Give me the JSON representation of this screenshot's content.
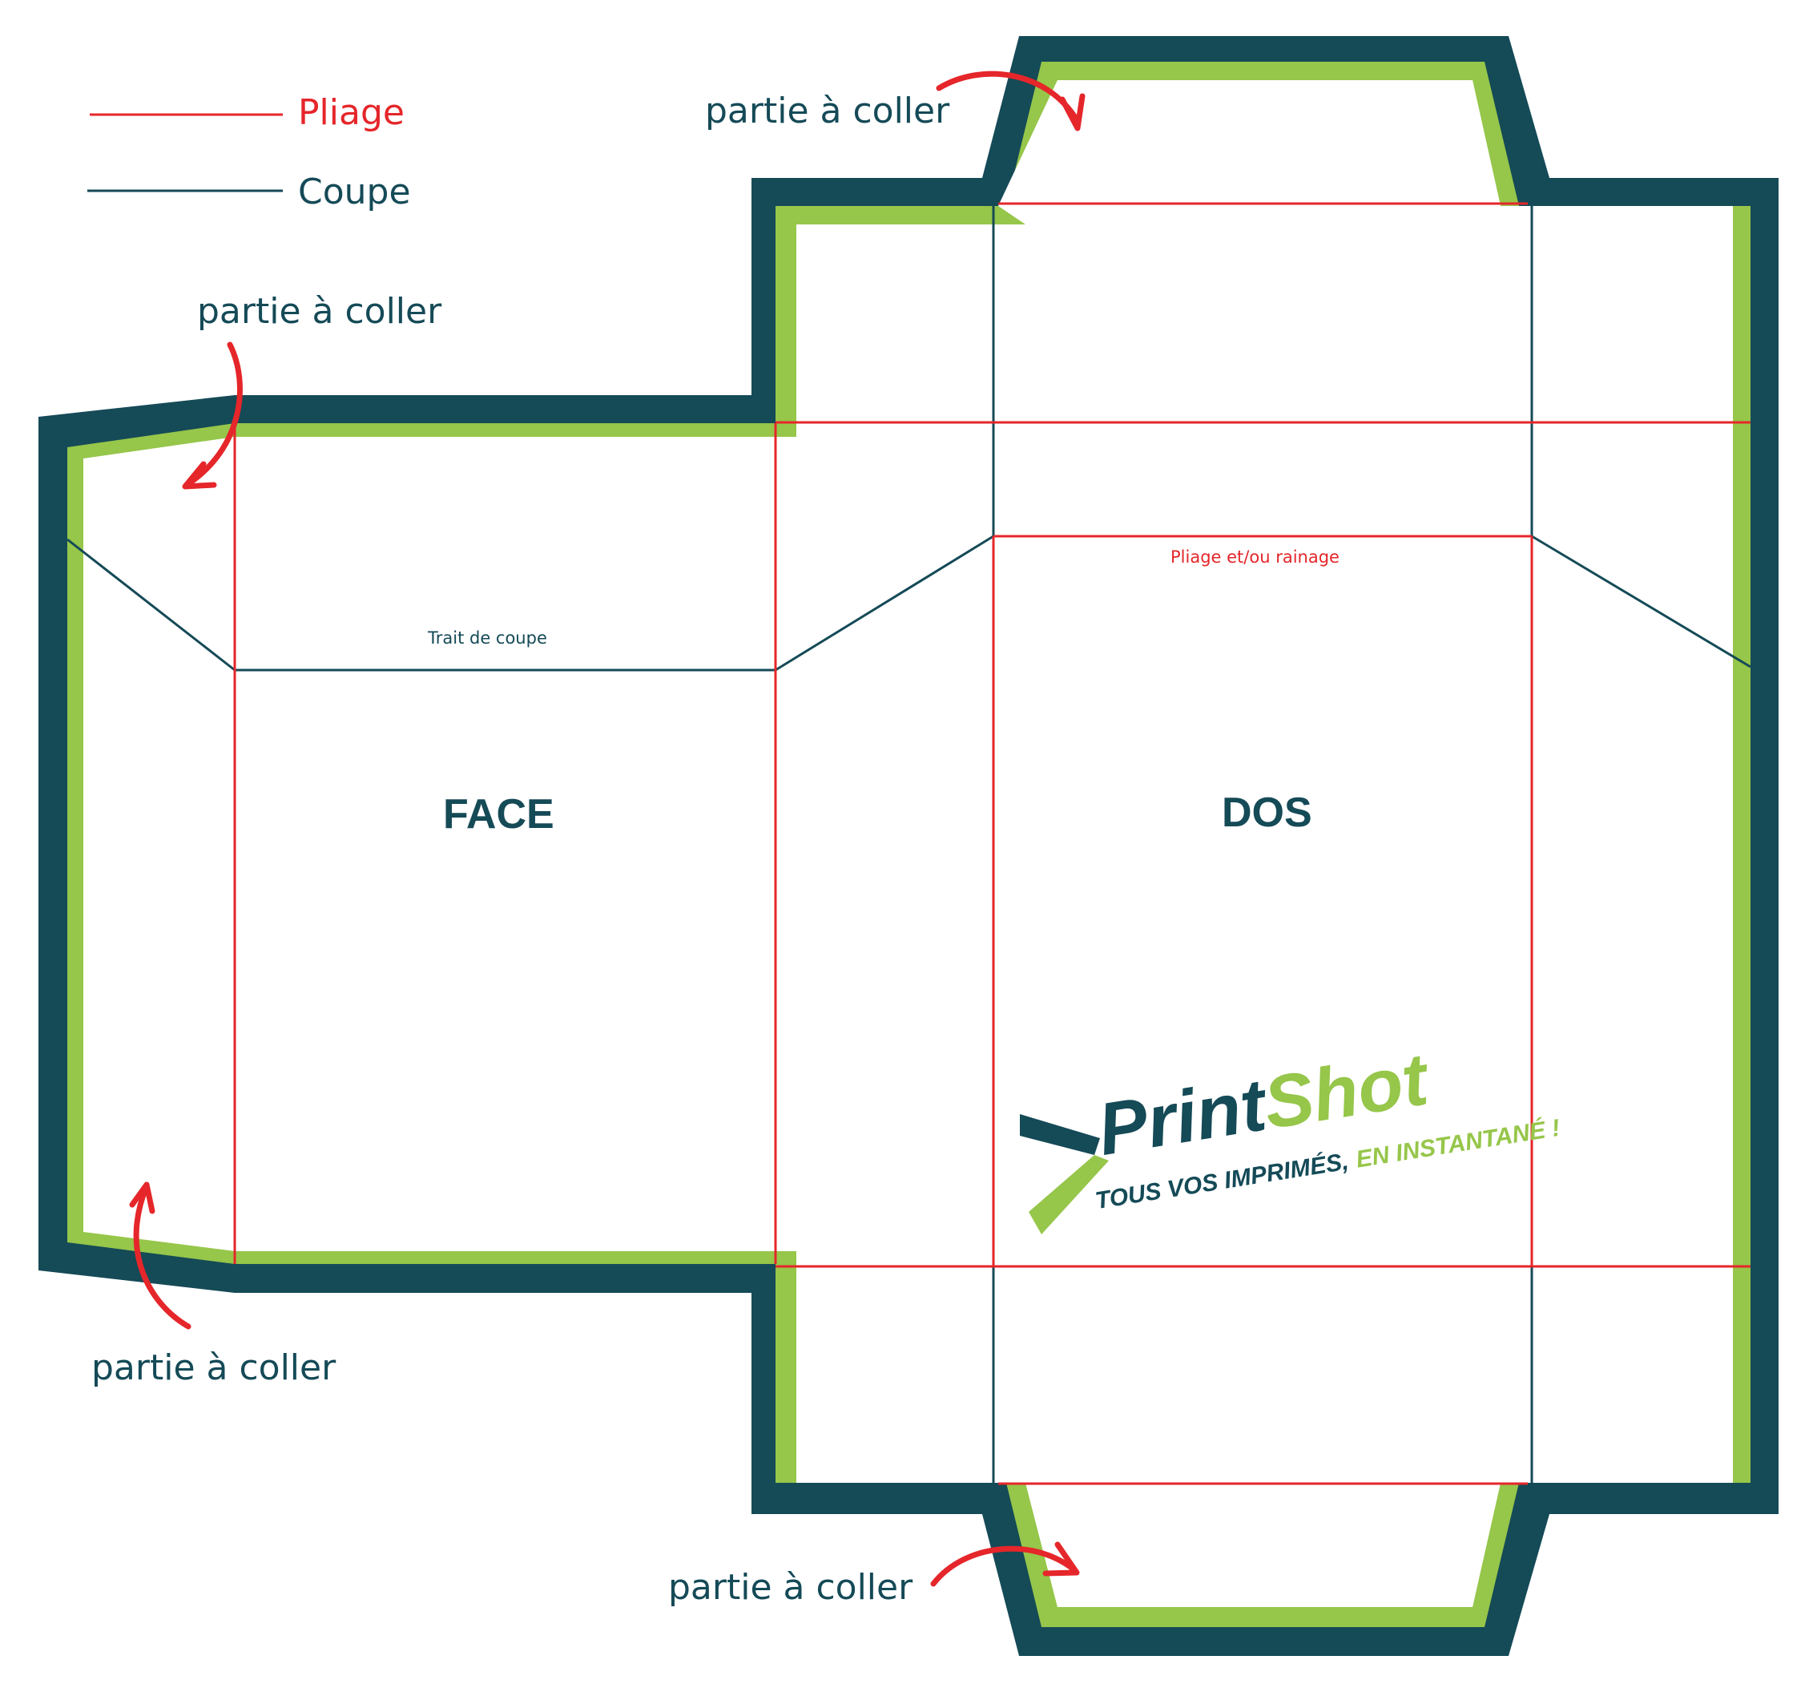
{
  "legend": {
    "fold_label": "Pliage",
    "cut_label": "Coupe"
  },
  "labels": {
    "glue_top": "partie à coller",
    "glue_left_top": "partie à coller",
    "glue_left_bottom": "partie à coller",
    "glue_bottom": "partie à coller",
    "cut_line_note": "Trait de coupe",
    "fold_note": "Pliage et/ou rainage",
    "face": "FACE",
    "back": "DOS"
  },
  "logo": {
    "brand_first": "Print",
    "brand_second": "Shot",
    "tagline_first": "TOUS VOS IMPRIMÉS,",
    "tagline_second": "EN INSTANTANÉ !"
  },
  "colors": {
    "dark": "#154a57",
    "green": "#96c64a",
    "fold_red": "#e5262a",
    "arrow_red": "#e5262a",
    "background": "#ffffff"
  }
}
